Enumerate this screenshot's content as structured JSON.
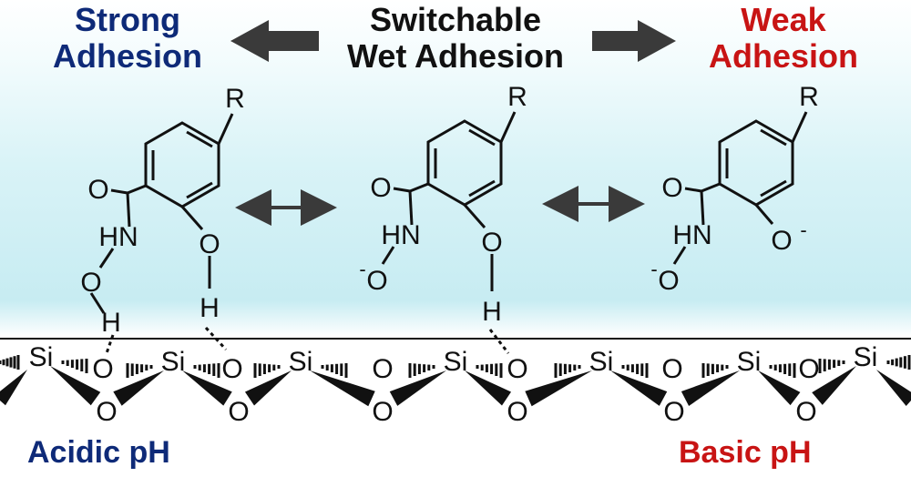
{
  "header": {
    "left": [
      "Strong",
      "Adhesion"
    ],
    "center": [
      "Switchable",
      "Wet Adhesion"
    ],
    "right": [
      "Weak",
      "Adhesion"
    ]
  },
  "footer": {
    "left": "Acidic pH",
    "right": "Basic pH"
  },
  "atoms": {
    "r": "R",
    "o": "O",
    "hn": "HN",
    "h": "H",
    "si": "Si",
    "o_minus": "O",
    "charge": "-"
  },
  "colors": {
    "strong": "#0e2a78",
    "weak": "#c81414",
    "text": "#111111",
    "arrow": "#3a3a3a"
  }
}
